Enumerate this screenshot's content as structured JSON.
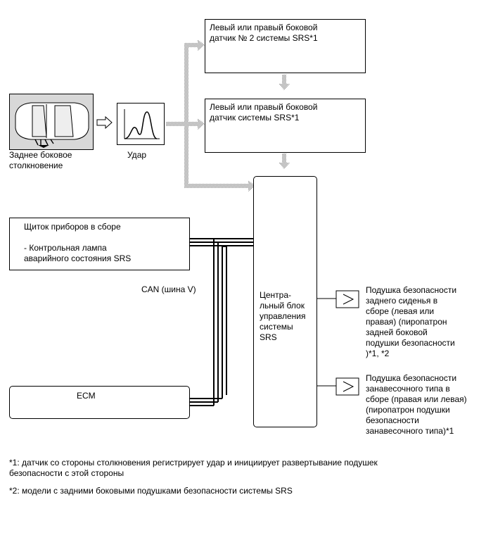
{
  "sensors": {
    "sensor2_line1": "Левый или правый боковой",
    "sensor2_line2": "датчик № 2 системы SRS*1",
    "sensor1_line1": "Левый или правый боковой",
    "sensor1_line2": "датчик системы SRS*1"
  },
  "inputs": {
    "collision_line1": "Заднее боковое",
    "collision_line2": "столкновение",
    "impact_label": "Удар"
  },
  "combination_meter": {
    "title": "Щиток приборов в сборе",
    "item_line1": "- Контрольная лампа",
    "item_line2": "аварийного состояния SRS"
  },
  "bus": {
    "can_label": "CAN (шина V)"
  },
  "ecm": {
    "label": "ECM"
  },
  "center_unit": {
    "lines": [
      "Центра-",
      "льный блок",
      "управления",
      "системы",
      "SRS"
    ]
  },
  "outputs": {
    "rear_seat_airbag": [
      "Подушка безопасности",
      "заднего сиденья в",
      "сборе (левая или",
      "правая) (пиропатрон",
      "задней боковой",
      "подушки безопасности",
      ")*1, *2"
    ],
    "curtain_airbag": [
      "Подушка безопасности",
      "занавесочного типа в",
      "сборе (правая или левая)",
      "(пиропатрон подушки",
      "безопасности",
      "занавесочного типа)*1"
    ]
  },
  "footnotes": {
    "note1_line1": "*1: датчик со стороны столкновения регистрирует удар и инициирует развертывание подушек",
    "note1_line2": "безопасности с этой стороны",
    "note2": "*2: модели с задними боковыми подушками безопасности системы SRS"
  },
  "colors": {
    "line": "#000000",
    "dotted_arrow": "#9a9a9a",
    "pulse_curve": "#000000"
  }
}
